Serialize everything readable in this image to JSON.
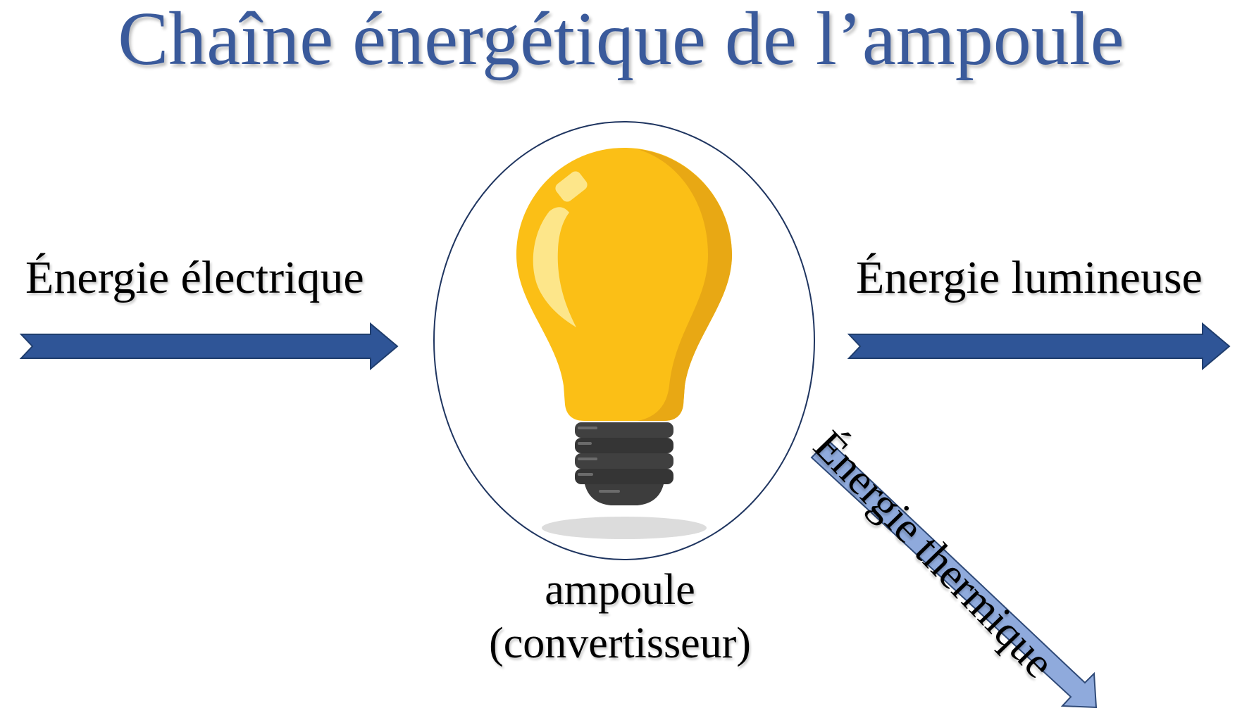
{
  "title": "Chaîne énergétique de l’ampoule",
  "input_energy": "Énergie électrique",
  "output_energy": "Énergie lumineuse",
  "loss_energy": "Énergie thermique",
  "converter": {
    "name": "ampoule",
    "role": "(convertisseur)",
    "icon": "light-bulb-icon"
  },
  "colors": {
    "title": "#3a5a9b",
    "main_arrow": "#2f5597",
    "loss_arrow": "#8faadc",
    "bulb_glass": "#fbbf16",
    "bulb_shade": "#e8a814",
    "bulb_base": "#3d3d3d"
  }
}
